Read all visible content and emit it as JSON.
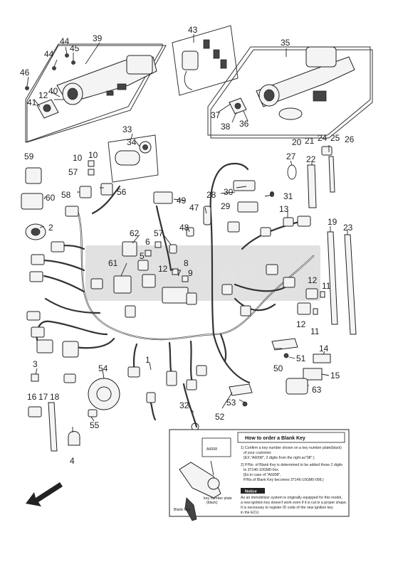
{
  "part_numbers": {
    "p1": "1",
    "p2": "2",
    "p3": "3",
    "p4": "4",
    "p5": "5",
    "p6": "6",
    "p7": "7",
    "p8": "8",
    "p9": "9",
    "p10a": "10",
    "p10b": "10",
    "p11a": "11",
    "p11b": "11",
    "p12a": "12",
    "p12b": "12",
    "p12c": "12",
    "p12d": "12",
    "p13": "13",
    "p14": "14",
    "p15": "15",
    "p16": "16",
    "p17": "17",
    "p18": "18",
    "p19": "19",
    "p20": "20",
    "p21": "21",
    "p22": "22",
    "p23": "23",
    "p24": "24",
    "p25": "25",
    "p26": "26",
    "p27": "27",
    "p28": "28",
    "p29": "29",
    "p30": "30",
    "p31": "31",
    "p32": "32",
    "p33": "33",
    "p34": "34",
    "p35": "35",
    "p36": "36",
    "p37": "37",
    "p38": "38",
    "p39": "39",
    "p40": "40",
    "p41": "41",
    "p43": "43",
    "p44a": "44",
    "p44b": "44",
    "p45": "45",
    "p46": "46",
    "p47": "47",
    "p48": "48",
    "p49": "49",
    "p50": "50",
    "p51": "51",
    "p52": "52",
    "p53": "53",
    "p54": "54",
    "p55": "55",
    "p56": "56",
    "p57a": "57",
    "p57b": "57",
    "p58": "58",
    "p59": "59",
    "p60": "60",
    "p61": "61",
    "p62": "62",
    "p63": "63"
  },
  "blank_key_box": {
    "title": "How to order a Blank Key",
    "step1_line1": "1) Confirm a key number shown on a key number plate(black)",
    "step1_line2": "of your customer.",
    "step1_line3": "(EX.\"A6008\", 2 digits from the right as\"08\".)",
    "step2_line1": "2) P/No. of Blank Key is determined to be added those 2 digits",
    "step2_line2": "to 37146-10GM0-0xx.",
    "step2_line3": "[Ex.in case of \"A6008\",",
    "step2_line4": "P/No.of Blank Key becomes 37146-10GM0-008.)",
    "plate_code": "A6008",
    "plate_label_line1": "key number plate",
    "plate_label_line2": "(black)",
    "blank_key_label": "Blank Key",
    "notice_title": "Notice",
    "notice_line1": "As an immobilizer system is originally equipped for this model,",
    "notice_line2": "a new ignition key doesn't work even if it is cut in a proper shape.",
    "notice_line3": "It is necessary to register ID code of the new ignition key",
    "notice_line4": "in the ECU."
  },
  "colors": {
    "line": "#222222",
    "watermark": "#c9c9c9"
  },
  "icons": {
    "front_direction": "front-arrow-icon"
  }
}
